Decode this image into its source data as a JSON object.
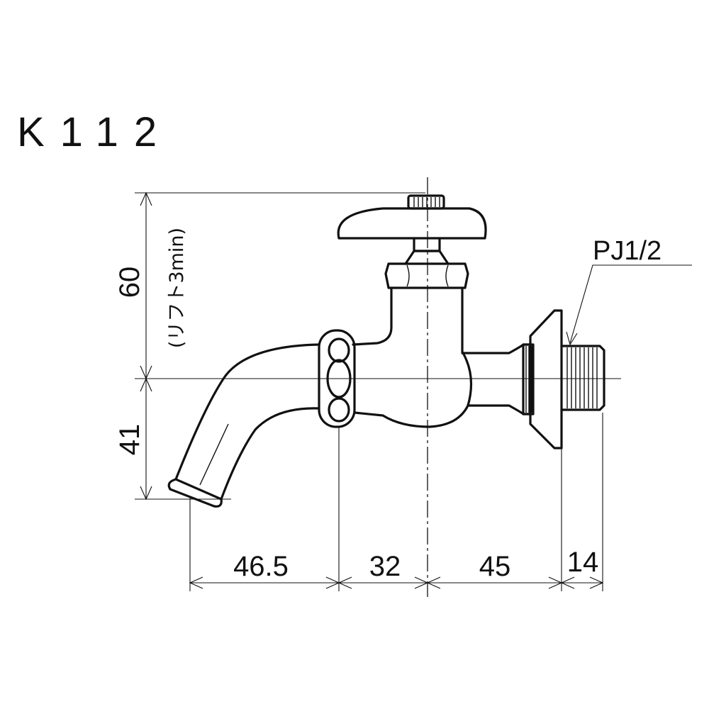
{
  "title": "K112",
  "thread_label": "PJ1/2",
  "dimensions": {
    "height_top": "60",
    "height_top_note": "(リフト3min)",
    "height_bottom": "41",
    "width_spout": "46.5",
    "width_nut": "32",
    "width_body": "45",
    "width_thread": "14"
  }
}
